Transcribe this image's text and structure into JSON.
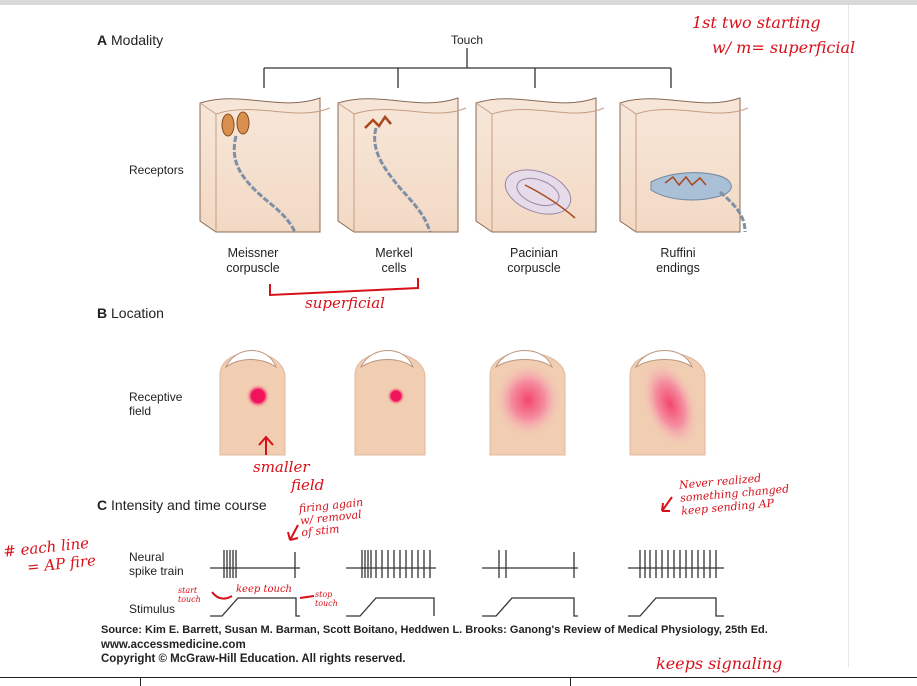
{
  "sections": {
    "a": {
      "letter": "A",
      "title": "Modality",
      "touch": "Touch",
      "row_label": "Receptors"
    },
    "b": {
      "letter": "B",
      "title": "Location",
      "row_label_1": "Receptive",
      "row_label_2": "field"
    },
    "c": {
      "letter": "C",
      "title": "Intensity and time course",
      "spike_label_1": "Neural",
      "spike_label_2": "spike train",
      "stimulus_label": "Stimulus"
    }
  },
  "receptors": [
    {
      "line1": "Meissner",
      "line2": "corpuscle"
    },
    {
      "line1": "Merkel",
      "line2": "cells"
    },
    {
      "line1": "Pacinian",
      "line2": "corpuscle"
    },
    {
      "line1": "Ruffini",
      "line2": "endings"
    }
  ],
  "source": {
    "line1": "Source: Kim E. Barrett, Susan M. Barman, Scott Boitano, Heddwen L. Brooks: Ganong's Review of Medical Physiology, 25th Ed.",
    "line2": "www.accessmedicine.com",
    "line3": "Copyright © McGraw-Hill Education.  All rights reserved."
  },
  "annotations": {
    "top_right_1": "1st two starting",
    "top_right_2": "w/ m= superficial",
    "superficial": "superficial",
    "smaller_1": "smaller",
    "smaller_2": "field",
    "firing_1": "firing again",
    "firing_2": "w/ removal",
    "firing_3": "of stim",
    "never_1": "Never realized",
    "never_2": "something changed",
    "never_3": "keep sending AP",
    "each_1": "# each line",
    "each_2": "= AP fire",
    "start_touch": "start touch",
    "keep_touch": "keep touch",
    "stop_touch": "stop touch",
    "keeps": "keeps signaling"
  },
  "colors": {
    "ink": "#d8101a",
    "skin": "#f1cdb1",
    "field": "#f0125a",
    "nerve": "#7f8fa6"
  }
}
